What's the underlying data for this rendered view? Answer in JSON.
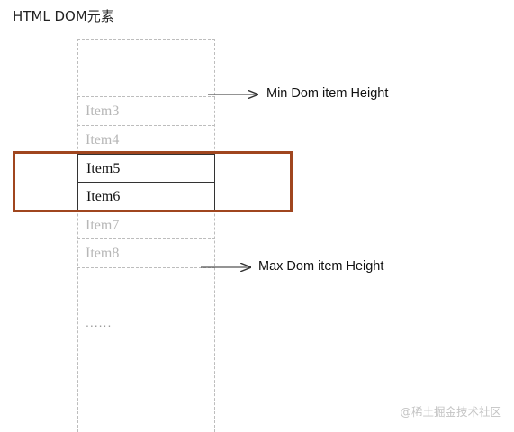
{
  "title": "HTML DOM元素",
  "items": {
    "item3": "Item3",
    "item4": "Item4",
    "item5": "Item5",
    "item6": "Item6",
    "item7": "Item7",
    "item8": "Item8"
  },
  "ellipsis": "......",
  "annotations": {
    "min": "Min Dom item Height",
    "max": "Max Dom item Height"
  },
  "watermark": "@稀土掘金技术社区",
  "colors": {
    "highlight_border": "#a0461f",
    "ghost_text": "#b7b7b7",
    "dashed_border": "#bdbdbd"
  }
}
